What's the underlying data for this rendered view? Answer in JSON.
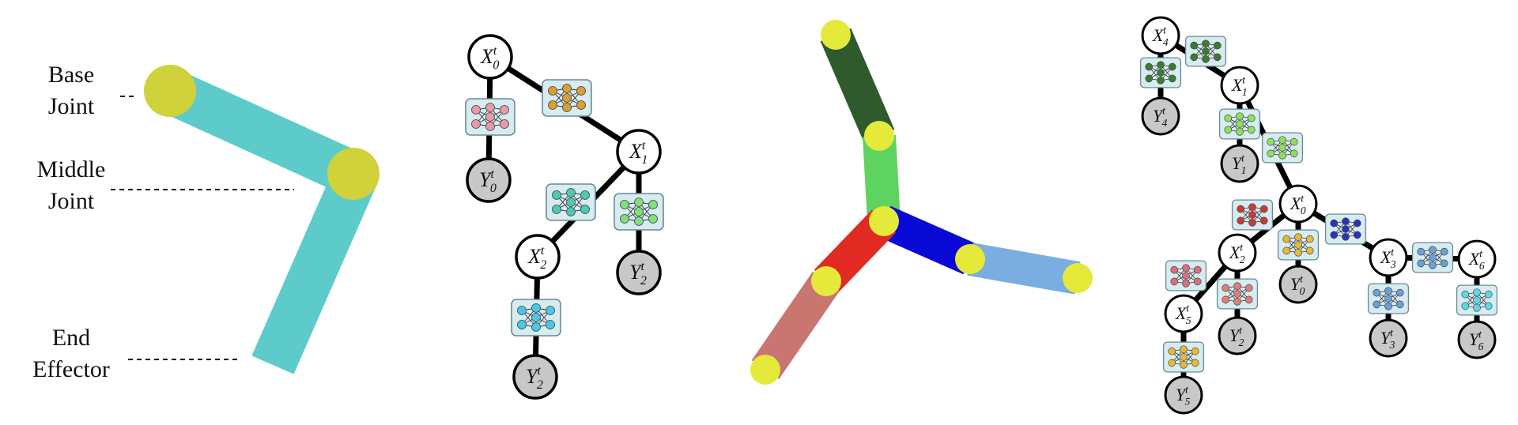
{
  "panel1": {
    "labels": [
      {
        "id": "base",
        "lines": [
          "Base",
          "Joint"
        ]
      },
      {
        "id": "middle",
        "lines": [
          "Middle",
          "Joint"
        ]
      },
      {
        "id": "end",
        "lines": [
          "End",
          "Effector"
        ]
      }
    ]
  },
  "panel2": {
    "nodes": [
      {
        "id": "x0",
        "var": "X",
        "sup": "t",
        "sub": "0",
        "observed": false
      },
      {
        "id": "x1",
        "var": "X",
        "sup": "t",
        "sub": "1",
        "observed": false
      },
      {
        "id": "x2",
        "var": "X",
        "sup": "t",
        "sub": "2",
        "observed": false
      },
      {
        "id": "y0",
        "var": "Y",
        "sup": "t",
        "sub": "0",
        "observed": true
      },
      {
        "id": "y2a",
        "var": "Y",
        "sup": "t",
        "sub": "2",
        "observed": true
      },
      {
        "id": "y2b",
        "var": "Y",
        "sup": "t",
        "sub": "2",
        "observed": true
      }
    ]
  },
  "panel4": {
    "nodes": [
      {
        "id": "x4",
        "var": "X",
        "sup": "t",
        "sub": "4",
        "observed": false
      },
      {
        "id": "y4",
        "var": "Y",
        "sup": "t",
        "sub": "4",
        "observed": true
      },
      {
        "id": "x1",
        "var": "X",
        "sup": "t",
        "sub": "1",
        "observed": false
      },
      {
        "id": "y1",
        "var": "Y",
        "sup": "t",
        "sub": "1",
        "observed": true
      },
      {
        "id": "x0",
        "var": "X",
        "sup": "t",
        "sub": "0",
        "observed": false
      },
      {
        "id": "y0",
        "var": "Y",
        "sup": "t",
        "sub": "0",
        "observed": true
      },
      {
        "id": "x2",
        "var": "X",
        "sup": "t",
        "sub": "2",
        "observed": false
      },
      {
        "id": "y2",
        "var": "Y",
        "sup": "t",
        "sub": "2",
        "observed": true
      },
      {
        "id": "x5",
        "var": "X",
        "sup": "t",
        "sub": "5",
        "observed": false
      },
      {
        "id": "y5",
        "var": "Y",
        "sup": "t",
        "sub": "5",
        "observed": true
      },
      {
        "id": "x3",
        "var": "X",
        "sup": "t",
        "sub": "3",
        "observed": false
      },
      {
        "id": "y3",
        "var": "Y",
        "sup": "t",
        "sub": "3",
        "observed": true
      },
      {
        "id": "x6",
        "var": "X",
        "sup": "t",
        "sub": "6",
        "observed": false
      },
      {
        "id": "y6",
        "var": "Y",
        "sup": "t",
        "sub": "6",
        "observed": true
      }
    ]
  },
  "colors": {
    "arm_cyan": "#5ecbcb",
    "joint_yellow": "#cfd23a",
    "joint_bright": "#e5ea3a",
    "seg_darkgreen": "#2e5a2e",
    "seg_green": "#5fd35f",
    "seg_blue": "#0a0ad6",
    "seg_lightblue": "#7aaee0",
    "seg_red": "#e02a22",
    "seg_pink": "#c97570",
    "node_fill": "#ffffff",
    "observed_fill": "#c8c8c8",
    "edge": "#000000",
    "nn_box": "#d7ecf1",
    "nn_pink": "#e89aa8",
    "nn_orange": "#d9a030",
    "nn_teal": "#4fc9b2",
    "nn_green": "#7ee07e",
    "nn_cyan": "#48c8e8",
    "nn_darkgreen": "#3f7a32",
    "nn_lime": "#8de05a",
    "nn_red": "#c83a36",
    "nn_salmon": "#e07d78",
    "nn_gold": "#e8b936",
    "nn_navy": "#2a34b8",
    "nn_skyblue": "#6c9ed8",
    "nn_lightcyan": "#5ed8e8",
    "nn_rose": "#dd6e7a"
  }
}
